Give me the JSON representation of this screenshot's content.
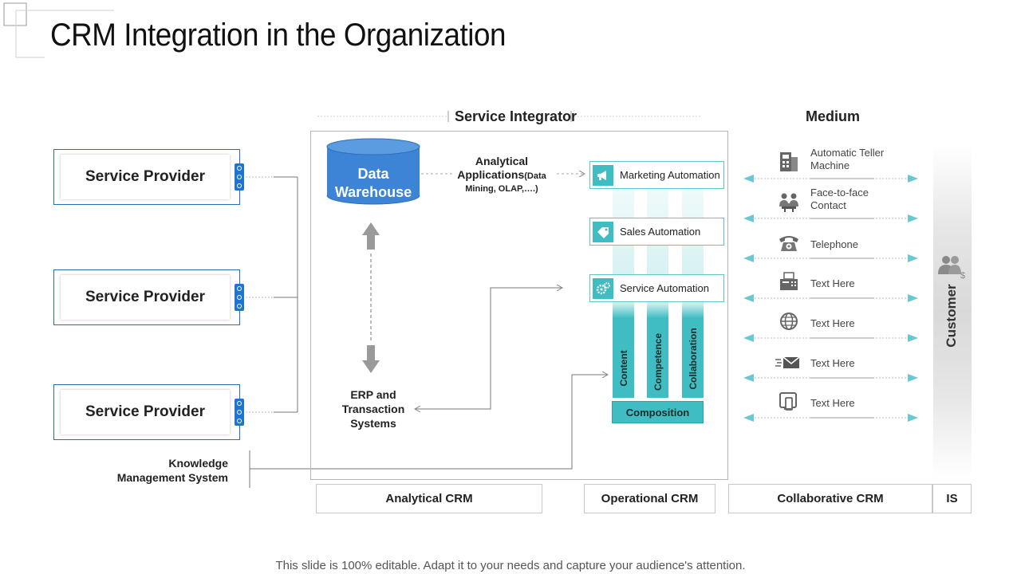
{
  "title": "CRM Integration in the Organization",
  "service_providers": [
    {
      "label": "Service Provider"
    },
    {
      "label": "Service Provider"
    },
    {
      "label": "Service Provider"
    }
  ],
  "knowledge": {
    "line1": "Knowledge",
    "line2": "Management System"
  },
  "service_integrator": "Service Integrator",
  "medium_title": "Medium",
  "data_warehouse": {
    "line1": "Data",
    "line2": "Warehouse"
  },
  "analytical_apps": {
    "line1": "Analytical",
    "line2": "Applications",
    "line2_small": "(Data",
    "line3": "Mining, OLAP,….)"
  },
  "erp": {
    "line1": "ERP and",
    "line2": "Transaction",
    "line3": "Systems"
  },
  "automation": [
    {
      "label": "Marketing Automation",
      "icon": "megaphone-icon"
    },
    {
      "label": "Sales Automation",
      "icon": "price-tag-icon"
    },
    {
      "label": "Service Automation",
      "icon": "gears-icon"
    }
  ],
  "columns": [
    "Content",
    "Competence",
    "Collaboration"
  ],
  "composition": "Composition",
  "crm_labels": {
    "analytical": "Analytical CRM",
    "operational": "Operational CRM",
    "collaborative": "Collaborative CRM",
    "is": "IS"
  },
  "customer": "Customer",
  "medium_items": [
    {
      "line1": "Automatic Teller",
      "line2": "Machine",
      "icon": "atm-icon"
    },
    {
      "line1": "Face-to-face",
      "line2": "Contact",
      "icon": "people-meeting-icon"
    },
    {
      "line1": "Telephone",
      "line2": "",
      "icon": "telephone-icon"
    },
    {
      "line1": "Text Here",
      "line2": "",
      "icon": "fax-icon"
    },
    {
      "line1": "Text Here",
      "line2": "",
      "icon": "globe-icon"
    },
    {
      "line1": "Text Here",
      "line2": "",
      "icon": "email-icon"
    },
    {
      "line1": "Text Here",
      "line2": "",
      "icon": "tablet-icon"
    }
  ],
  "footer": "This slide is 100% editable. Adapt it to your needs and capture your audience's attention.",
  "colors": {
    "accent_teal": "#3fbdc2",
    "provider_blue": "#1f74d1",
    "warehouse_blue": "#3d84d6",
    "arrow_grey": "#9a9a9a"
  }
}
